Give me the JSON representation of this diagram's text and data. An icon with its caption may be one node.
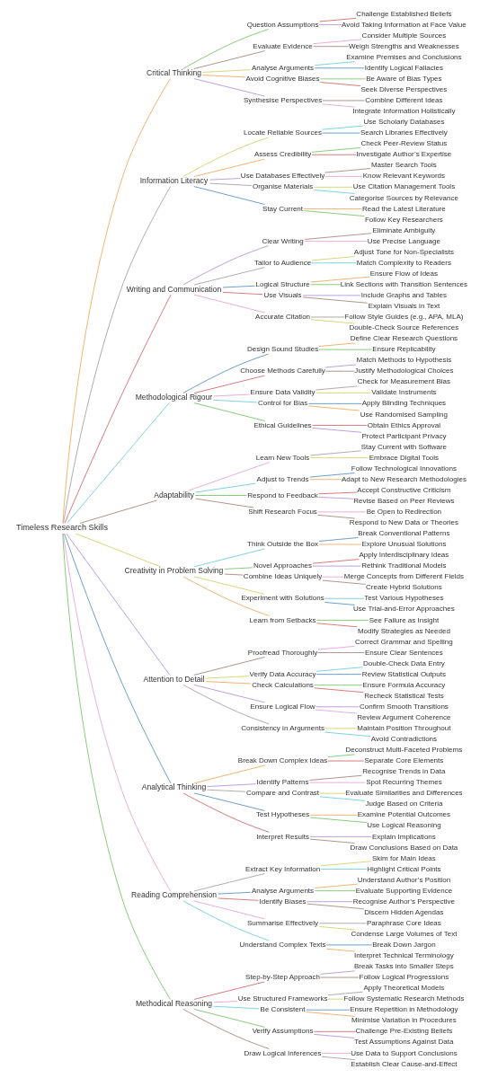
{
  "diagram": {
    "nodes": [
      {
        "text": [
          "Timeless Research Skills"
        ]
      },
      {
        "text": [
          "Critical Thinking"
        ]
      },
      {
        "text": [
          "Question Assumptions"
        ]
      },
      {
        "text": [
          "Challenge Established Beliefs"
        ]
      },
      {
        "text": [
          "Avoid Taking Information at Face Value"
        ]
      },
      {
        "text": [
          "Evaluate Evidence"
        ]
      },
      {
        "text": [
          "Consider Multiple Sources"
        ]
      },
      {
        "text": [
          "Weigh Strengths and Weaknesses"
        ]
      },
      {
        "text": [
          "Analyse Arguments"
        ]
      },
      {
        "text": [
          "Examine Premises and Conclusions"
        ]
      },
      {
        "text": [
          "Identify Logical Fallacies"
        ]
      },
      {
        "text": [
          "Avoid Cognitive Biases"
        ]
      },
      {
        "text": [
          "Be Aware of Bias Types"
        ]
      },
      {
        "text": [
          "Seek Diverse Perspectives"
        ]
      },
      {
        "text": [
          "Synthesise Perspectives"
        ]
      },
      {
        "text": [
          "Combine Different Ideas"
        ]
      },
      {
        "text": [
          "Integrate Information Holistically"
        ]
      },
      {
        "text": [
          "Information Literacy"
        ]
      },
      {
        "text": [
          "Locate Reliable Sources"
        ]
      },
      {
        "text": [
          "Use Scholarly Databases"
        ]
      },
      {
        "text": [
          "Search Libraries Effectively"
        ]
      },
      {
        "text": [
          "Assess Credibility"
        ]
      },
      {
        "text": [
          "Check Peer-Review Status"
        ]
      },
      {
        "text": [
          "Investigate Author’s Expertise"
        ]
      },
      {
        "text": [
          "Use Databases Effectively"
        ]
      },
      {
        "text": [
          "Master Search Tools"
        ]
      },
      {
        "text": [
          "Know Relevant Keywords"
        ]
      },
      {
        "text": [
          "Organise Materials"
        ]
      },
      {
        "text": [
          "Use Citation Management Tools"
        ]
      },
      {
        "text": [
          "Categorise Sources by Relevance"
        ]
      },
      {
        "text": [
          "Stay Current"
        ]
      },
      {
        "text": [
          "Read the Latest Literature"
        ]
      },
      {
        "text": [
          "Follow Key Researchers"
        ]
      },
      {
        "text": [
          "Writing and Communication"
        ]
      },
      {
        "text": [
          "Clear Writing"
        ]
      },
      {
        "text": [
          "Eliminate Ambiguity"
        ]
      },
      {
        "text": [
          "Use Precise Language"
        ]
      },
      {
        "text": [
          "Tailor to Audience"
        ]
      },
      {
        "text": [
          "Adjust Tone for Non-Specialists"
        ]
      },
      {
        "text": [
          "Match Complexity to Readers"
        ]
      },
      {
        "text": [
          "Logical Structure"
        ]
      },
      {
        "text": [
          "Ensure Flow of Ideas"
        ]
      },
      {
        "text": [
          "Link Sections with Transition Sentences"
        ]
      },
      {
        "text": [
          "Use Visuals"
        ]
      },
      {
        "text": [
          "Include Graphs and Tables"
        ]
      },
      {
        "text": [
          "Explain Visuals in Text"
        ]
      },
      {
        "text": [
          "Accurate Citation"
        ]
      },
      {
        "text": [
          "Follow Style Guides (e.g., APA, MLA)"
        ]
      },
      {
        "text": [
          "Double-Check Source References"
        ]
      },
      {
        "text": [
          "Methodological Rigour"
        ]
      },
      {
        "text": [
          "Design Sound Studies"
        ]
      },
      {
        "text": [
          "Define Clear Research Questions"
        ]
      },
      {
        "text": [
          "Ensure Replicability"
        ]
      },
      {
        "text": [
          "Choose Methods Carefully"
        ]
      },
      {
        "text": [
          "Match Methods to Hypothesis"
        ]
      },
      {
        "text": [
          "Justify Methodological Choices"
        ]
      },
      {
        "text": [
          "Ensure Data Validity"
        ]
      },
      {
        "text": [
          "Check for Measurement Bias"
        ]
      },
      {
        "text": [
          "Validate Instruments"
        ]
      },
      {
        "text": [
          "Control for Bias"
        ]
      },
      {
        "text": [
          "Apply Blinding Techniques"
        ]
      },
      {
        "text": [
          "Use Randomised Sampling"
        ]
      },
      {
        "text": [
          "Ethical Guidelines"
        ]
      },
      {
        "text": [
          "Obtain Ethics Approval"
        ]
      },
      {
        "text": [
          "Protect Participant Privacy"
        ]
      },
      {
        "text": [
          "Adaptability"
        ]
      },
      {
        "text": [
          "Learn New Tools"
        ]
      },
      {
        "text": [
          "Stay Current with Software"
        ]
      },
      {
        "text": [
          "Embrace Digital Tools"
        ]
      },
      {
        "text": [
          "Adjust to Trends"
        ]
      },
      {
        "text": [
          "Follow Technological Innovations"
        ]
      },
      {
        "text": [
          "Adapt to New Research Methodologies"
        ]
      },
      {
        "text": [
          "Respond to Feedback"
        ]
      },
      {
        "text": [
          "Accept Constructive Criticism"
        ]
      },
      {
        "text": [
          "Revise Based on Peer Reviews"
        ]
      },
      {
        "text": [
          "Shift Research Focus"
        ]
      },
      {
        "text": [
          "Be Open to Redirection"
        ]
      },
      {
        "text": [
          "Respond to New Data or Theories"
        ]
      },
      {
        "text": [
          "Creativity in Problem Solving"
        ]
      },
      {
        "text": [
          "Think Outside the Box"
        ]
      },
      {
        "text": [
          "Break Conventional Patterns"
        ]
      },
      {
        "text": [
          "Explore Unusual Solutions"
        ]
      },
      {
        "text": [
          "Novel Approaches"
        ]
      },
      {
        "text": [
          "Apply Interdisciplinary Ideas"
        ]
      },
      {
        "text": [
          "Rethink Traditional Models"
        ]
      },
      {
        "text": [
          "Combine Ideas Uniquely"
        ]
      },
      {
        "text": [
          "Merge Concepts from Different Fields"
        ]
      },
      {
        "text": [
          "Create Hybrid Solutions"
        ]
      },
      {
        "text": [
          "Experiment with Solutions"
        ]
      },
      {
        "text": [
          "Test Various Hypotheses"
        ]
      },
      {
        "text": [
          "Use Trial-and-Error Approaches"
        ]
      },
      {
        "text": [
          "Learn from Setbacks"
        ]
      },
      {
        "text": [
          "See Failure as Insight"
        ]
      },
      {
        "text": [
          "Modify Strategies as Needed"
        ]
      },
      {
        "text": [
          "Attention to Detail"
        ]
      },
      {
        "text": [
          "Proofread Thoroughly"
        ]
      },
      {
        "text": [
          "Correct Grammar and Spelling"
        ]
      },
      {
        "text": [
          "Ensure Clear Sentences"
        ]
      },
      {
        "text": [
          "Verify Data Accuracy"
        ]
      },
      {
        "text": [
          "Double-Check Data Entry"
        ]
      },
      {
        "text": [
          "Review Statistical Outputs"
        ]
      },
      {
        "text": [
          "Check Calculations"
        ]
      },
      {
        "text": [
          "Ensure Formula Accuracy"
        ]
      },
      {
        "text": [
          "Recheck Statistical Tests"
        ]
      },
      {
        "text": [
          "Ensure Logical Flow"
        ]
      },
      {
        "text": [
          "Confirm Smooth Transitions"
        ]
      },
      {
        "text": [
          "Review Argument Coherence"
        ]
      },
      {
        "text": [
          "Consistency in Arguments"
        ]
      },
      {
        "text": [
          "Maintain Position Throughout"
        ]
      },
      {
        "text": [
          "Avoid Contradictions"
        ]
      },
      {
        "text": [
          "Analytical Thinking"
        ]
      },
      {
        "text": [
          "Break Down Complex Ideas"
        ]
      },
      {
        "text": [
          "Deconstruct Multi-Faceted Problems"
        ]
      },
      {
        "text": [
          "Separate Core Elements"
        ]
      },
      {
        "text": [
          "Identify Patterns"
        ]
      },
      {
        "text": [
          "Recognise Trends in Data"
        ]
      },
      {
        "text": [
          "Spot Recurring Themes"
        ]
      },
      {
        "text": [
          "Compare and Contrast"
        ]
      },
      {
        "text": [
          "Evaluate Similarities and Differences"
        ]
      },
      {
        "text": [
          "Judge Based on Criteria"
        ]
      },
      {
        "text": [
          "Test Hypotheses"
        ]
      },
      {
        "text": [
          "Examine Potential Outcomes"
        ]
      },
      {
        "text": [
          "Use Logical Reasoning"
        ]
      },
      {
        "text": [
          "Interpret Results"
        ]
      },
      {
        "text": [
          "Explain Implications"
        ]
      },
      {
        "text": [
          "Draw Conclusions Based on Data"
        ]
      },
      {
        "text": [
          "Reading Comprehension"
        ]
      },
      {
        "text": [
          "Extract Key Information"
        ]
      },
      {
        "text": [
          "Skim for Main Ideas"
        ]
      },
      {
        "text": [
          "Highlight Critical Points"
        ]
      },
      {
        "text": [
          "Analyse Arguments"
        ]
      },
      {
        "text": [
          "Understand Author’s Position"
        ]
      },
      {
        "text": [
          "Evaluate Supporting Evidence"
        ]
      },
      {
        "text": [
          "Identify Biases"
        ]
      },
      {
        "text": [
          "Recognise Author’s Perspective"
        ]
      },
      {
        "text": [
          "Discern Hidden Agendas"
        ]
      },
      {
        "text": [
          "Summarise Effectively"
        ]
      },
      {
        "text": [
          "Paraphrase Core Ideas"
        ]
      },
      {
        "text": [
          "Condense Large Volumes of Text"
        ]
      },
      {
        "text": [
          "Understand Complex Texts"
        ]
      },
      {
        "text": [
          "Break Down Jargon"
        ]
      },
      {
        "text": [
          "Interpret Technical Terminology"
        ]
      },
      {
        "text": [
          "Methodical Reasoning"
        ]
      },
      {
        "text": [
          "Step-by-Step Approach"
        ]
      },
      {
        "text": [
          "Break Tasks into Smaller Steps"
        ]
      },
      {
        "text": [
          "Follow Logical Progressions"
        ]
      },
      {
        "text": [
          "Use Structured Frameworks"
        ]
      },
      {
        "text": [
          "Apply Theoretical Models"
        ]
      },
      {
        "text": [
          "Follow Systematic Research Methods"
        ]
      },
      {
        "text": [
          "Be Consistent"
        ]
      },
      {
        "text": [
          "Ensure Repetition in Methodology"
        ]
      },
      {
        "text": [
          "Minimise Variation in Procedures"
        ]
      },
      {
        "text": [
          "Verify Assumptions"
        ]
      },
      {
        "text": [
          "Challenge Pre-Existing Beliefs"
        ]
      },
      {
        "text": [
          "Test Assumptions Against Data"
        ]
      },
      {
        "text": [
          "Draw Logical Inferences"
        ]
      },
      {
        "text": [
          "Use Data to Support Conclusions"
        ]
      },
      {
        "text": [
          "Establish Clear Cause-and-Effect"
        ]
      }
    ],
    "edges": [
      {
        "from": 0,
        "to": 1,
        "arrow": "none",
        "color": "#f0a050"
      },
      {
        "from": 1,
        "to": 2,
        "arrow": "none",
        "color": "#6cbf5a"
      },
      {
        "from": 2,
        "to": 3,
        "arrow": "none",
        "color": "#d05a5a"
      },
      {
        "from": 2,
        "to": 4,
        "arrow": "none",
        "color": "#a98bd6"
      },
      {
        "from": 1,
        "to": 5,
        "arrow": "none",
        "color": "#9c7a6f"
      },
      {
        "from": 5,
        "to": 6,
        "arrow": "none",
        "color": "#e29ad6"
      },
      {
        "from": 5,
        "to": 7,
        "arrow": "none",
        "color": "#9c7a6f"
      },
      {
        "from": 1,
        "to": 8,
        "arrow": "none",
        "color": "#c9cf5a"
      },
      {
        "from": 8,
        "to": 9,
        "arrow": "none",
        "color": "#5cc8d8"
      },
      {
        "from": 8,
        "to": 10,
        "arrow": "none",
        "color": "#4a86c0"
      },
      {
        "from": 1,
        "to": 11,
        "arrow": "none",
        "color": "#f0a050"
      },
      {
        "from": 11,
        "to": 12,
        "arrow": "none",
        "color": "#6cbf5a"
      },
      {
        "from": 11,
        "to": 13,
        "arrow": "none",
        "color": "#d05a5a"
      },
      {
        "from": 1,
        "to": 14,
        "arrow": "none",
        "color": "#a98bd6"
      },
      {
        "from": 14,
        "to": 15,
        "arrow": "none",
        "color": "#9c7a6f"
      },
      {
        "from": 14,
        "to": 16,
        "arrow": "none",
        "color": "#e29ad6"
      },
      {
        "from": 0,
        "to": 17,
        "arrow": "none",
        "color": "#999999"
      },
      {
        "from": 17,
        "to": 18,
        "arrow": "none",
        "color": "#c9cf5a"
      },
      {
        "from": 18,
        "to": 19,
        "arrow": "none",
        "color": "#5cc8d8"
      },
      {
        "from": 18,
        "to": 20,
        "arrow": "none",
        "color": "#4a86c0"
      },
      {
        "from": 17,
        "to": 21,
        "arrow": "none",
        "color": "#f0a050"
      },
      {
        "from": 21,
        "to": 22,
        "arrow": "none",
        "color": "#6cbf5a"
      },
      {
        "from": 21,
        "to": 23,
        "arrow": "none",
        "color": "#d05a5a"
      },
      {
        "from": 17,
        "to": 24,
        "arrow": "none",
        "color": "#a98bd6"
      },
      {
        "from": 24,
        "to": 25,
        "arrow": "none",
        "color": "#9c7a6f"
      },
      {
        "from": 24,
        "to": 26,
        "arrow": "none",
        "color": "#e29ad6"
      },
      {
        "from": 17,
        "to": 27,
        "arrow": "none",
        "color": "#999999"
      },
      {
        "from": 27,
        "to": 28,
        "arrow": "none",
        "color": "#c9cf5a"
      },
      {
        "from": 27,
        "to": 29,
        "arrow": "none",
        "color": "#5cc8d8"
      },
      {
        "from": 17,
        "to": 30,
        "arrow": "none",
        "color": "#4a86c0"
      },
      {
        "from": 30,
        "to": 31,
        "arrow": "none",
        "color": "#f0a050"
      },
      {
        "from": 30,
        "to": 32,
        "arrow": "none",
        "color": "#6cbf5a"
      },
      {
        "from": 0,
        "to": 33,
        "arrow": "none",
        "color": "#d05a5a"
      },
      {
        "from": 33,
        "to": 34,
        "arrow": "none",
        "color": "#a98bd6"
      },
      {
        "from": 34,
        "to": 35,
        "arrow": "none",
        "color": "#9c7a6f"
      },
      {
        "from": 34,
        "to": 36,
        "arrow": "none",
        "color": "#e29ad6"
      },
      {
        "from": 33,
        "to": 37,
        "arrow": "none",
        "color": "#999999"
      },
      {
        "from": 37,
        "to": 38,
        "arrow": "none",
        "color": "#c9cf5a"
      },
      {
        "from": 37,
        "to": 39,
        "arrow": "none",
        "color": "#5cc8d8"
      },
      {
        "from": 33,
        "to": 40,
        "arrow": "none",
        "color": "#4a86c0"
      },
      {
        "from": 40,
        "to": 41,
        "arrow": "none",
        "color": "#f0a050"
      },
      {
        "from": 40,
        "to": 42,
        "arrow": "none",
        "color": "#6cbf5a"
      },
      {
        "from": 33,
        "to": 43,
        "arrow": "none",
        "color": "#d05a5a"
      },
      {
        "from": 43,
        "to": 44,
        "arrow": "none",
        "color": "#a98bd6"
      },
      {
        "from": 43,
        "to": 45,
        "arrow": "none",
        "color": "#9c7a6f"
      },
      {
        "from": 33,
        "to": 46,
        "arrow": "none",
        "color": "#e29ad6"
      },
      {
        "from": 46,
        "to": 47,
        "arrow": "none",
        "color": "#999999"
      },
      {
        "from": 46,
        "to": 48,
        "arrow": "none",
        "color": "#c9cf5a"
      },
      {
        "from": 0,
        "to": 49,
        "arrow": "none",
        "color": "#5cc8d8"
      },
      {
        "from": 49,
        "to": 50,
        "arrow": "none",
        "color": "#4a86c0"
      },
      {
        "from": 50,
        "to": 51,
        "arrow": "none",
        "color": "#f0a050"
      },
      {
        "from": 50,
        "to": 52,
        "arrow": "none",
        "color": "#6cbf5a"
      },
      {
        "from": 49,
        "to": 53,
        "arrow": "none",
        "color": "#d05a5a"
      },
      {
        "from": 53,
        "to": 54,
        "arrow": "none",
        "color": "#a98bd6"
      },
      {
        "from": 53,
        "to": 55,
        "arrow": "none",
        "color": "#9c7a6f"
      },
      {
        "from": 49,
        "to": 56,
        "arrow": "none",
        "color": "#e29ad6"
      },
      {
        "from": 56,
        "to": 57,
        "arrow": "none",
        "color": "#999999"
      },
      {
        "from": 56,
        "to": 58,
        "arrow": "none",
        "color": "#c9cf5a"
      },
      {
        "from": 49,
        "to": 59,
        "arrow": "none",
        "color": "#5cc8d8"
      },
      {
        "from": 59,
        "to": 60,
        "arrow": "none",
        "color": "#4a86c0"
      },
      {
        "from": 59,
        "to": 61,
        "arrow": "none",
        "color": "#f0a050"
      },
      {
        "from": 49,
        "to": 62,
        "arrow": "none",
        "color": "#6cbf5a"
      },
      {
        "from": 62,
        "to": 63,
        "arrow": "none",
        "color": "#d05a5a"
      },
      {
        "from": 62,
        "to": 64,
        "arrow": "none",
        "color": "#a98bd6"
      },
      {
        "from": 0,
        "to": 65,
        "arrow": "none",
        "color": "#9c7a6f"
      },
      {
        "from": 65,
        "to": 66,
        "arrow": "none",
        "color": "#e29ad6"
      },
      {
        "from": 66,
        "to": 67,
        "arrow": "none",
        "color": "#999999"
      },
      {
        "from": 66,
        "to": 68,
        "arrow": "none",
        "color": "#c9cf5a"
      },
      {
        "from": 65,
        "to": 69,
        "arrow": "none",
        "color": "#5cc8d8"
      },
      {
        "from": 69,
        "to": 70,
        "arrow": "none",
        "color": "#4a86c0"
      },
      {
        "from": 69,
        "to": 71,
        "arrow": "none",
        "color": "#f0a050"
      },
      {
        "from": 65,
        "to": 72,
        "arrow": "none",
        "color": "#6cbf5a"
      },
      {
        "from": 72,
        "to": 73,
        "arrow": "none",
        "color": "#d05a5a"
      },
      {
        "from": 72,
        "to": 74,
        "arrow": "none",
        "color": "#a98bd6"
      },
      {
        "from": 65,
        "to": 75,
        "arrow": "none",
        "color": "#9c7a6f"
      },
      {
        "from": 75,
        "to": 76,
        "arrow": "none",
        "color": "#e29ad6"
      },
      {
        "from": 75,
        "to": 77,
        "arrow": "none",
        "color": "#9c7a6f"
      },
      {
        "from": 0,
        "to": 78,
        "arrow": "none",
        "color": "#c9cf5a"
      },
      {
        "from": 78,
        "to": 79,
        "arrow": "none",
        "color": "#5cc8d8"
      },
      {
        "from": 79,
        "to": 80,
        "arrow": "none",
        "color": "#4a86c0"
      },
      {
        "from": 79,
        "to": 81,
        "arrow": "none",
        "color": "#f0a050"
      },
      {
        "from": 78,
        "to": 82,
        "arrow": "none",
        "color": "#6cbf5a"
      },
      {
        "from": 82,
        "to": 83,
        "arrow": "none",
        "color": "#d05a5a"
      },
      {
        "from": 82,
        "to": 84,
        "arrow": "none",
        "color": "#a98bd6"
      },
      {
        "from": 78,
        "to": 85,
        "arrow": "none",
        "color": "#9c7a6f"
      },
      {
        "from": 85,
        "to": 86,
        "arrow": "none",
        "color": "#e29ad6"
      },
      {
        "from": 85,
        "to": 87,
        "arrow": "none",
        "color": "#9c7a6f"
      },
      {
        "from": 78,
        "to": 88,
        "arrow": "none",
        "color": "#c9cf5a"
      },
      {
        "from": 88,
        "to": 89,
        "arrow": "none",
        "color": "#5cc8d8"
      },
      {
        "from": 88,
        "to": 90,
        "arrow": "none",
        "color": "#4a86c0"
      },
      {
        "from": 78,
        "to": 91,
        "arrow": "none",
        "color": "#f0a050"
      },
      {
        "from": 91,
        "to": 92,
        "arrow": "none",
        "color": "#6cbf5a"
      },
      {
        "from": 91,
        "to": 93,
        "arrow": "none",
        "color": "#d05a5a"
      },
      {
        "from": 0,
        "to": 94,
        "arrow": "none",
        "color": "#a98bd6"
      },
      {
        "from": 94,
        "to": 95,
        "arrow": "none",
        "color": "#9c7a6f"
      },
      {
        "from": 95,
        "to": 96,
        "arrow": "none",
        "color": "#e29ad6"
      },
      {
        "from": 95,
        "to": 97,
        "arrow": "none",
        "color": "#9c7a6f"
      },
      {
        "from": 94,
        "to": 98,
        "arrow": "none",
        "color": "#c9cf5a"
      },
      {
        "from": 98,
        "to": 99,
        "arrow": "none",
        "color": "#5cc8d8"
      },
      {
        "from": 98,
        "to": 100,
        "arrow": "none",
        "color": "#4a86c0"
      },
      {
        "from": 94,
        "to": 101,
        "arrow": "none",
        "color": "#f0a050"
      },
      {
        "from": 101,
        "to": 102,
        "arrow": "none",
        "color": "#6cbf5a"
      },
      {
        "from": 101,
        "to": 103,
        "arrow": "none",
        "color": "#d05a5a"
      },
      {
        "from": 94,
        "to": 104,
        "arrow": "none",
        "color": "#a98bd6"
      },
      {
        "from": 104,
        "to": 105,
        "arrow": "none",
        "color": "#a98bd6"
      },
      {
        "from": 104,
        "to": 106,
        "arrow": "none",
        "color": "#e29ad6"
      },
      {
        "from": 94,
        "to": 107,
        "arrow": "none",
        "color": "#999999"
      },
      {
        "from": 107,
        "to": 108,
        "arrow": "none",
        "color": "#c9cf5a"
      },
      {
        "from": 107,
        "to": 109,
        "arrow": "none",
        "color": "#5cc8d8"
      },
      {
        "from": 0,
        "to": 110,
        "arrow": "none",
        "color": "#4a86c0"
      },
      {
        "from": 110,
        "to": 111,
        "arrow": "none",
        "color": "#f0a050"
      },
      {
        "from": 111,
        "to": 112,
        "arrow": "none",
        "color": "#6cbf5a"
      },
      {
        "from": 111,
        "to": 113,
        "arrow": "none",
        "color": "#d05a5a"
      },
      {
        "from": 110,
        "to": 114,
        "arrow": "none",
        "color": "#a98bd6"
      },
      {
        "from": 114,
        "to": 115,
        "arrow": "none",
        "color": "#9c7a6f"
      },
      {
        "from": 114,
        "to": 116,
        "arrow": "none",
        "color": "#e29ad6"
      },
      {
        "from": 110,
        "to": 117,
        "arrow": "none",
        "color": "#999999"
      },
      {
        "from": 117,
        "to": 118,
        "arrow": "none",
        "color": "#c9cf5a"
      },
      {
        "from": 117,
        "to": 119,
        "arrow": "none",
        "color": "#5cc8d8"
      },
      {
        "from": 110,
        "to": 120,
        "arrow": "none",
        "color": "#4a86c0"
      },
      {
        "from": 120,
        "to": 121,
        "arrow": "none",
        "color": "#f0a050"
      },
      {
        "from": 120,
        "to": 122,
        "arrow": "none",
        "color": "#6cbf5a"
      },
      {
        "from": 110,
        "to": 123,
        "arrow": "none",
        "color": "#d05a5a"
      },
      {
        "from": 123,
        "to": 124,
        "arrow": "none",
        "color": "#a98bd6"
      },
      {
        "from": 123,
        "to": 125,
        "arrow": "none",
        "color": "#9c7a6f"
      },
      {
        "from": 0,
        "to": 126,
        "arrow": "none",
        "color": "#e29ad6"
      },
      {
        "from": 126,
        "to": 127,
        "arrow": "none",
        "color": "#999999"
      },
      {
        "from": 127,
        "to": 128,
        "arrow": "none",
        "color": "#c9cf5a"
      },
      {
        "from": 127,
        "to": 129,
        "arrow": "none",
        "color": "#5cc8d8"
      },
      {
        "from": 126,
        "to": 130,
        "arrow": "none",
        "color": "#4a86c0"
      },
      {
        "from": 130,
        "to": 131,
        "arrow": "none",
        "color": "#f0a050"
      },
      {
        "from": 130,
        "to": 132,
        "arrow": "none",
        "color": "#6cbf5a"
      },
      {
        "from": 126,
        "to": 133,
        "arrow": "none",
        "color": "#d05a5a"
      },
      {
        "from": 133,
        "to": 134,
        "arrow": "none",
        "color": "#a98bd6"
      },
      {
        "from": 133,
        "to": 135,
        "arrow": "none",
        "color": "#9c7a6f"
      },
      {
        "from": 126,
        "to": 136,
        "arrow": "none",
        "color": "#e29ad6"
      },
      {
        "from": 136,
        "to": 137,
        "arrow": "none",
        "color": "#999999"
      },
      {
        "from": 136,
        "to": 138,
        "arrow": "none",
        "color": "#c9cf5a"
      },
      {
        "from": 126,
        "to": 139,
        "arrow": "none",
        "color": "#5cc8d8"
      },
      {
        "from": 139,
        "to": 140,
        "arrow": "none",
        "color": "#4a86c0"
      },
      {
        "from": 139,
        "to": 141,
        "arrow": "none",
        "color": "#f0a050"
      },
      {
        "from": 0,
        "to": 142,
        "arrow": "none",
        "color": "#6cbf5a"
      },
      {
        "from": 142,
        "to": 143,
        "arrow": "none",
        "color": "#d05a5a"
      },
      {
        "from": 143,
        "to": 144,
        "arrow": "none",
        "color": "#a98bd6"
      },
      {
        "from": 143,
        "to": 145,
        "arrow": "none",
        "color": "#9c7a6f"
      },
      {
        "from": 142,
        "to": 146,
        "arrow": "none",
        "color": "#e29ad6"
      },
      {
        "from": 146,
        "to": 147,
        "arrow": "none",
        "color": "#999999"
      },
      {
        "from": 146,
        "to": 148,
        "arrow": "none",
        "color": "#c9cf5a"
      },
      {
        "from": 142,
        "to": 149,
        "arrow": "none",
        "color": "#5cc8d8"
      },
      {
        "from": 149,
        "to": 150,
        "arrow": "none",
        "color": "#4a86c0"
      },
      {
        "from": 149,
        "to": 151,
        "arrow": "none",
        "color": "#f0a050"
      },
      {
        "from": 142,
        "to": 152,
        "arrow": "none",
        "color": "#6cbf5a"
      },
      {
        "from": 152,
        "to": 153,
        "arrow": "none",
        "color": "#d05a5a"
      },
      {
        "from": 152,
        "to": 154,
        "arrow": "none",
        "color": "#a98bd6"
      },
      {
        "from": 142,
        "to": 155,
        "arrow": "none",
        "color": "#9c7a6f"
      },
      {
        "from": 155,
        "to": 156,
        "arrow": "none",
        "color": "#e29ad6"
      },
      {
        "from": 155,
        "to": 157,
        "arrow": "none",
        "color": "#999999"
      }
    ]
  }
}
